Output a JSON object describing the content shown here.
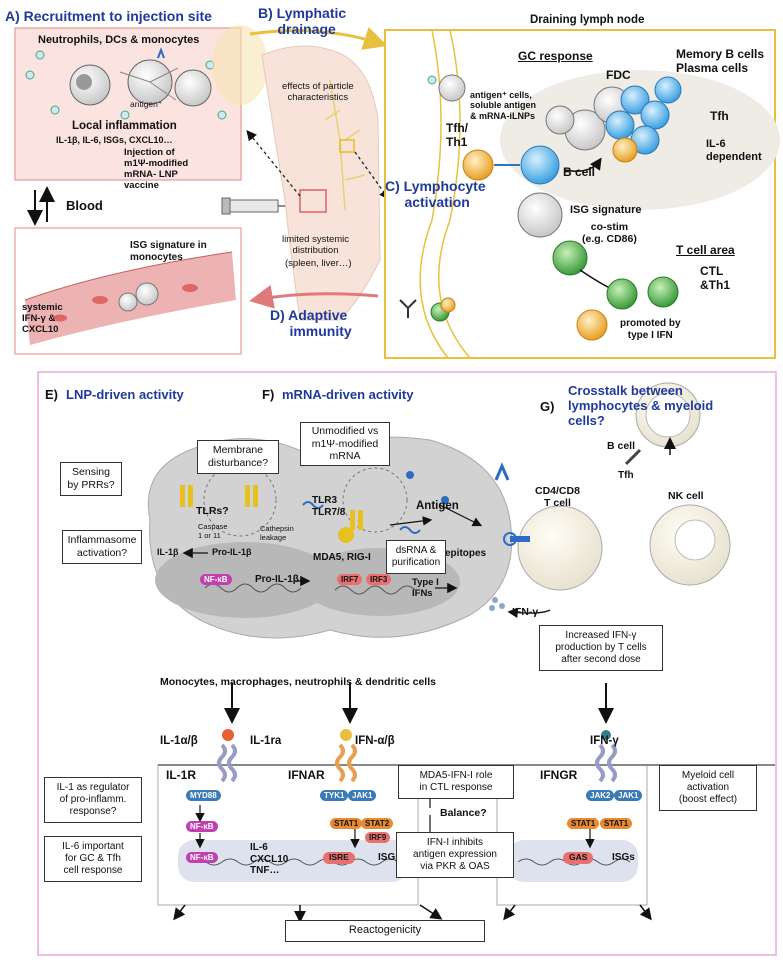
{
  "panelA": {
    "title": "A) Recruitment to injection site",
    "cells": "Neutrophils, DCs & monocytes",
    "antigen": "antigen⁺",
    "inflammation": "Local inflammation",
    "cytokines": "IL-1β, IL-6, ISGs, CXCL10…",
    "injection": "Injection of\nm1Ψ-modified\nmRNA- LNP\nvaccine",
    "blood": "Blood",
    "isg_monocytes": "ISG signature in\nmonocytes",
    "systemic": "systemic\nIFN-γ &\nCXCL10"
  },
  "panelB": {
    "title": "B) Lymphatic\n     drainage",
    "particle": "effects of particle\ncharacteristics",
    "limited": "limited systemic\ndistribution",
    "organs": "(spleen, liver…)"
  },
  "panelC": {
    "draining": "Draining lymph node",
    "gc": "GC response",
    "memory": "Memory B cells\nPlasma cells",
    "antigen_cells": "antigen⁺ cells,\nsoluble antigen\n& mRNA-iLNPs",
    "fdc": "FDC",
    "tfh": "Tfh",
    "il6": "IL-6\ndependent",
    "tfh_th1": "Tfh/\nTh1",
    "bcell": "B cell",
    "title": "C) Lymphocyte\n     activation",
    "isg": "ISG signature",
    "costim": "co-stim\n(e.g. CD86)",
    "tcell_area": "T cell area",
    "ctl": "CTL\n&Th1",
    "promoted": "promoted by\ntype I IFN"
  },
  "panelD": {
    "title": "D) Adaptive\n     immunity"
  },
  "panelE": {
    "title": "E)",
    "title_text": "LNP-driven activity",
    "membrane": "Membrane\ndisturbance?",
    "sensing": "Sensing\nby PRRs?",
    "tlrs": "TLRs?",
    "caspase": "Caspase\n1 or 11",
    "cathepsin": "Cathepsin\nleakage",
    "inflammasome": "Inflammasome\nactivation?",
    "il1b": "IL-1β",
    "pro_il1b_arrow": "Pro-IL-1β",
    "nfkb": "NF-κB",
    "pro_il1b": "Pro-IL-1β"
  },
  "panelF": {
    "title": "F)",
    "title_text": "mRNA-driven activity",
    "unmodified": "Unmodified vs\nm1Ψ-modified\nmRNA",
    "tlr": "TLR3\nTLR7/8",
    "antigen": "Antigen",
    "epitopes": "epitopes",
    "mda5": "MDA5, RIG-I",
    "dsrna": "dsRNA &\npurification",
    "irf7": "IRF7",
    "irf3": "IRF3",
    "type1": "Type I\nIFNs"
  },
  "panelG": {
    "title": "G)",
    "title_text": "Crosstalk between\nlymphocytes & myeloid\ncells?",
    "bcell": "B cell",
    "tfh": "Tfh",
    "cd4": "CD4/CD8\nT cell",
    "nk": "NK cell",
    "ifng": "IFN-γ",
    "increased": "Increased IFN-γ\nproduction by T cells\nafter second dose"
  },
  "bottom": {
    "cells": "Monocytes, macrophages, neutrophils & dendritic cells",
    "il1ab": "IL-1α/β",
    "il1ra": "IL-1ra",
    "il1r": "IL-1R",
    "myd88": "MYD88",
    "nfkb1": "NF-κB",
    "nfkb2": "NF-κB",
    "il6_list": "IL-6\nCXCL10\nTNF…",
    "ifnab": "IFN-α/β",
    "ifnar": "IFNAR",
    "tyk1": "TYK1",
    "jak1a": "JAK1",
    "stat1": "STAT1",
    "stat2": "STAT2",
    "irf9": "IRF9",
    "isre": "ISRE",
    "isgs1": "ISGs",
    "mda5_role": "MDA5-IFN-I role\nin CTL response",
    "balance": "Balance?",
    "ifni_inhibits": "IFN-I inhibits\nantigen expression\nvia PKR & OAS",
    "ifng": "IFN-γ",
    "ifngr": "IFNGR",
    "jak2": "JAK2",
    "jak1b": "JAK1",
    "stat1a": "STAT1",
    "stat1b": "STAT1",
    "gas": "GAS",
    "isgs2": "ISGs",
    "il1_regulator": "IL-1 as regulator\nof pro-inflamm.\nresponse?",
    "il6_important": "IL-6 important\nfor GC & Tfh\ncell response",
    "myeloid": "Myeloid cell\nactivation\n(boost effect)",
    "reactogenicity": "Reactogenicity"
  }
}
